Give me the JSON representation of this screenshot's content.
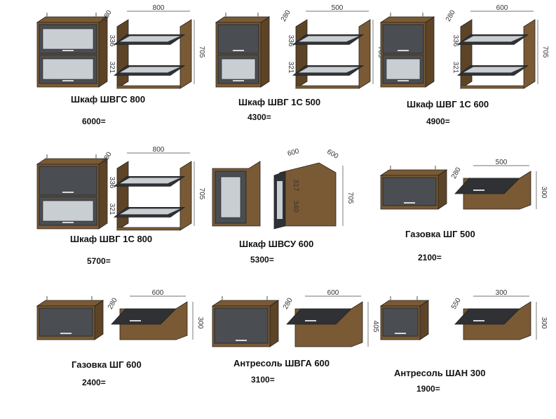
{
  "colors": {
    "wood": "#7a5a34",
    "wood_dark": "#5e4426",
    "panel": "#4a4d51",
    "panel_dark": "#2f3134",
    "glass": "#c9ced2",
    "line": "#222222"
  },
  "items": [
    {
      "title": "Шкаф ШВГС 800",
      "price": "6000=",
      "type": "two-glass",
      "dims": {
        "depth": "280",
        "width": "800",
        "top": "336",
        "bottom": "321",
        "height": "705"
      }
    },
    {
      "title": "Шкаф ШВГ 1С 500",
      "price": "4300=",
      "type": "one-glass",
      "dims": {
        "depth": "280",
        "width": "500",
        "top": "336",
        "bottom": "321",
        "height": "705"
      }
    },
    {
      "title": "Шкаф ШВГ 1С 600",
      "price": "4900=",
      "type": "one-glass",
      "dims": {
        "depth": "280",
        "width": "600",
        "top": "336",
        "bottom": "321",
        "height": "705"
      }
    },
    {
      "title": "Шкаф ШВГ 1С 800",
      "price": "5700=",
      "type": "one-glass",
      "dims": {
        "depth": "280",
        "width": "800",
        "top": "336",
        "bottom": "321",
        "height": "705"
      }
    },
    {
      "title": "Шкаф ШВСУ 600",
      "price": "5300=",
      "type": "corner",
      "dims": {
        "depth": "600",
        "width": "600",
        "top": "317",
        "bottom": "340",
        "height": "705"
      }
    },
    {
      "title": "Газовка ШГ 500",
      "price": "2100=",
      "type": "flap",
      "dims": {
        "depth": "280",
        "width": "500",
        "height": "300"
      }
    },
    {
      "title": "Газовка ШГ 600",
      "price": "2400=",
      "type": "flap",
      "dims": {
        "depth": "280",
        "width": "600",
        "height": "300"
      }
    },
    {
      "title": "Антресоль ШВГА 600",
      "price": "3100=",
      "type": "flap",
      "dims": {
        "depth": "280",
        "width": "600",
        "height": "405"
      }
    },
    {
      "title": "Антресоль ШАН 300",
      "price": "1900=",
      "type": "flap-deep",
      "dims": {
        "depth": "550",
        "width": "300",
        "height": "300"
      }
    }
  ]
}
